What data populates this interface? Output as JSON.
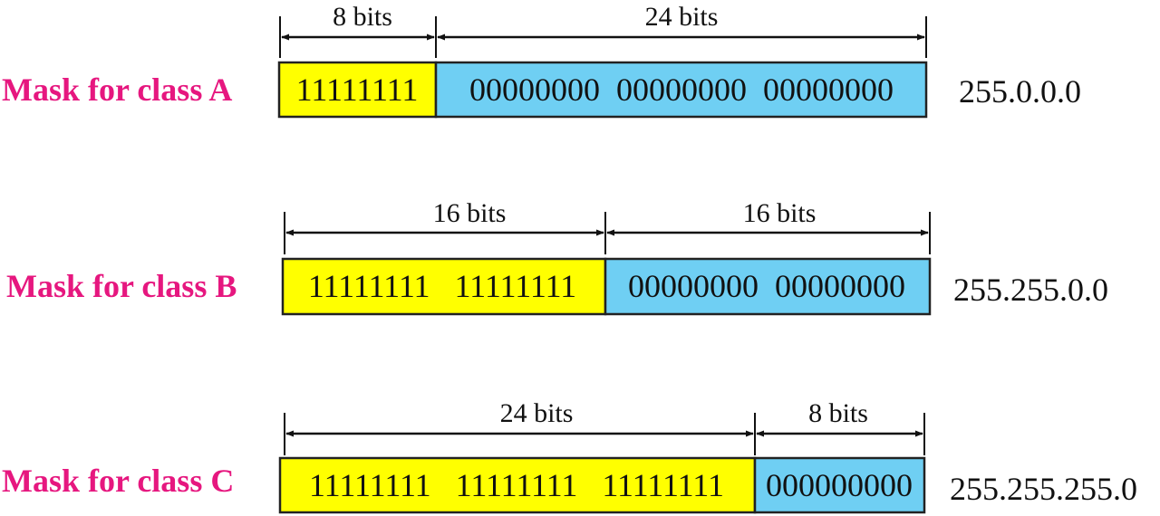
{
  "colors": {
    "label": "#e6177f",
    "network": "#ffff00",
    "host": "#6fcff3",
    "border": "#222222"
  },
  "rows": [
    {
      "label": "Mask for class A",
      "network_bits": "8 bits",
      "host_bits": "24 bits",
      "network_value": "11111111",
      "host_value": "00000000  00000000  00000000",
      "mask": "255.0.0.0"
    },
    {
      "label": "Mask for class B",
      "network_bits": "16 bits",
      "host_bits": "16 bits",
      "network_value": "11111111   11111111",
      "host_value": "00000000  00000000",
      "mask": "255.255.0.0"
    },
    {
      "label": "Mask for class C",
      "network_bits": "24 bits",
      "host_bits": "8 bits",
      "network_value": "11111111   11111111   11111111",
      "host_value": "000000000",
      "mask": "255.255.255.0"
    }
  ]
}
